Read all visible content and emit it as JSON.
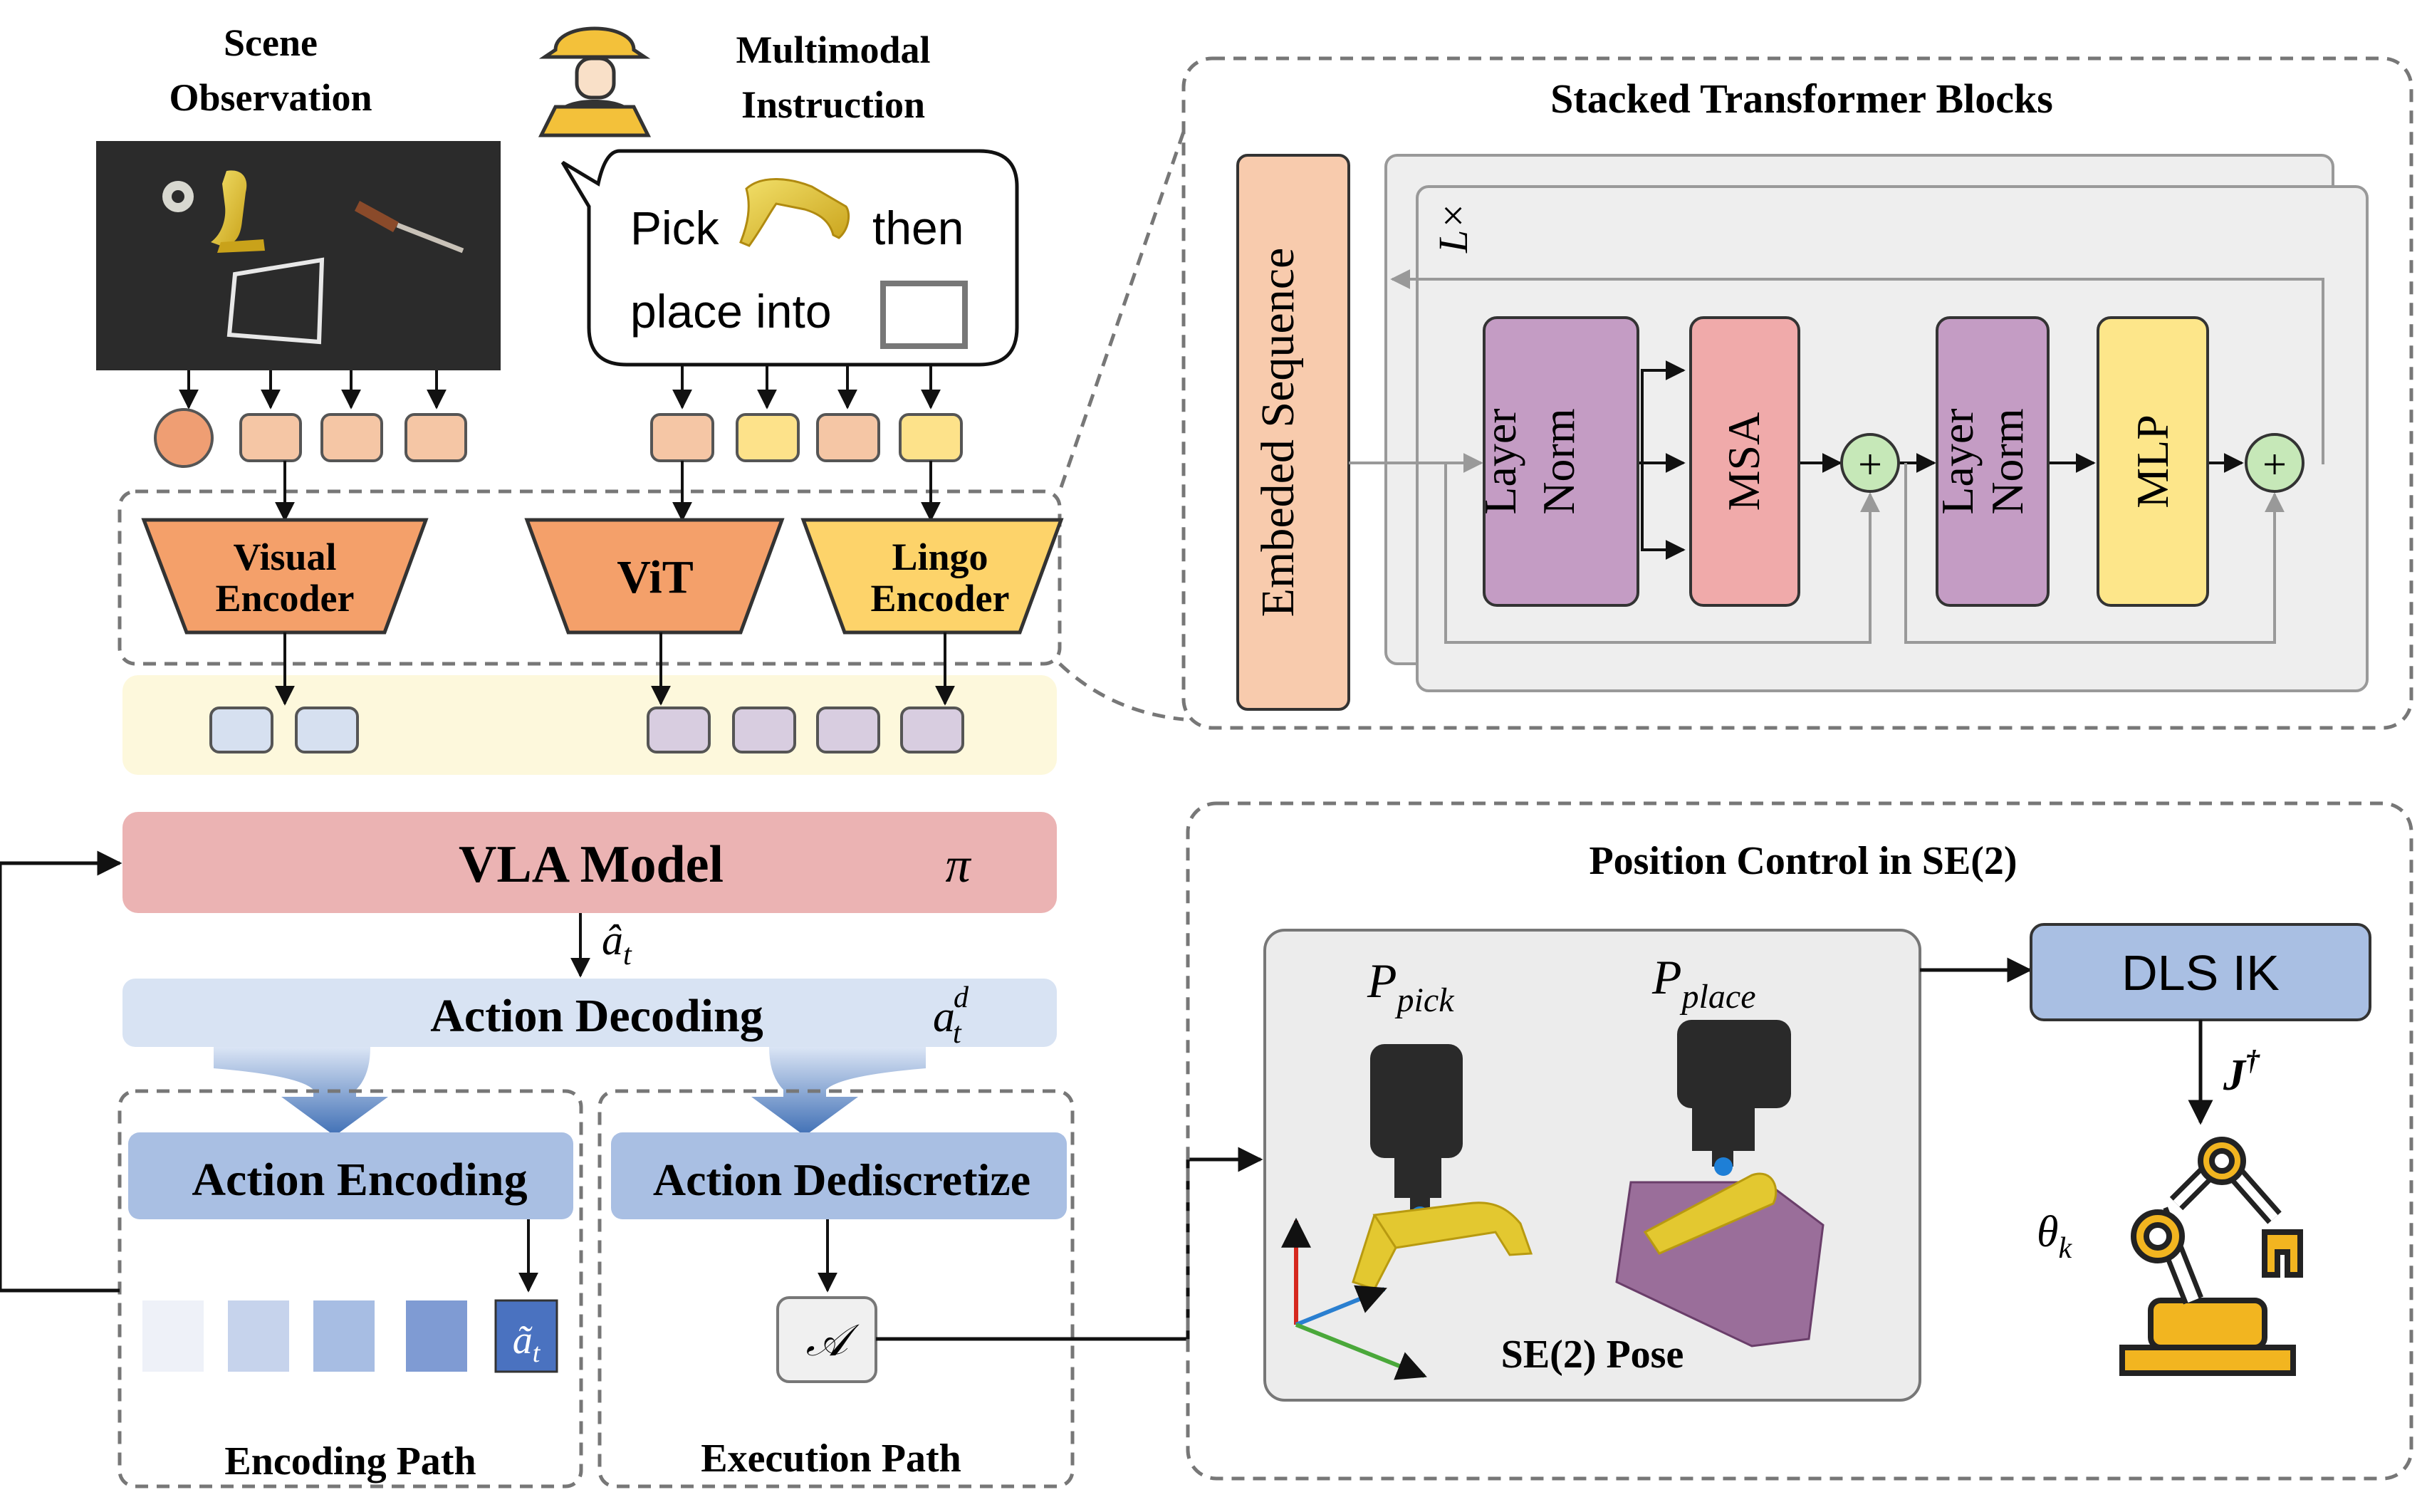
{
  "colors": {
    "visual_token": "#f5c6a5",
    "visual_token_dark": "#ef9e73",
    "lingo_token": "#fde28a",
    "encoder_orange": "#f4a06a",
    "encoder_yellow": "#fdd36a",
    "embed_blue": "#d6e0f0",
    "embed_purple": "#d8cde0",
    "vla_red": "#ebb3b3",
    "decode_blue": "#d8e3f3",
    "action_blue": "#a9bfe3",
    "layernorm_purple": "#c49cc4",
    "msa_pink": "#f0aaaa",
    "mlp_yellow": "#fde68a",
    "embedded_seq_peach": "#f8cbad",
    "plus_green": "#c6e8b8",
    "dls_blue": "#a9bfe3",
    "panel_grey": "#eeeeee",
    "highlight_band": "#fdf8dc"
  },
  "labels": {
    "scene_observation_line1": "Scene",
    "scene_observation_line2": "Observation",
    "multimodal_line1": "Multimodal",
    "multimodal_line2": "Instruction",
    "instr_pick": "Pick",
    "instr_then": "then",
    "instr_place_into": "place into",
    "visual_encoder_line1": "Visual",
    "visual_encoder_line2": "Encoder",
    "vit": "ViT",
    "lingo_encoder_line1": "Lingo",
    "lingo_encoder_line2": "Encoder",
    "vla_model": "VLA Model",
    "pi": "π",
    "a_hat_t": "â",
    "a_hat_sub": "t",
    "action_decoding": "Action Decoding",
    "a_t_d": "a",
    "a_t_d_sub": "t",
    "a_t_d_sup": "d",
    "action_encoding": "Action Encoding",
    "action_dediscretize": "Action Dediscretize",
    "encoding_path": "Encoding Path",
    "execution_path": "Execution Path",
    "a_tilde_t": "ã",
    "a_tilde_sub": "t",
    "script_a": "𝒜",
    "stacked_title": "Stacked Transformer Blocks",
    "embedded_sequence": "Embeded Sequence",
    "l_times": "L×",
    "layer_norm_line1": "Layer",
    "layer_norm_line2": "Norm",
    "msa": "MSA",
    "mlp": "MLP",
    "plus": "+",
    "position_control_title": "Position Control in SE(2)",
    "p_pick": "P",
    "p_pick_sub": "pick",
    "p_place": "P",
    "p_place_sub": "place",
    "se2_pose": "SE(2) Pose",
    "dls_ik": "DLS IK",
    "j_dagger": "J",
    "dagger": "†",
    "theta_k": "θ",
    "theta_sub": "k"
  },
  "icons": {
    "worker": "construction-worker-icon",
    "hammer": "hammer-icon",
    "square": "target-square-icon",
    "robot_arm": "robot-arm-icon",
    "screwdriver": "screwdriver-icon",
    "gear": "gear-icon"
  }
}
